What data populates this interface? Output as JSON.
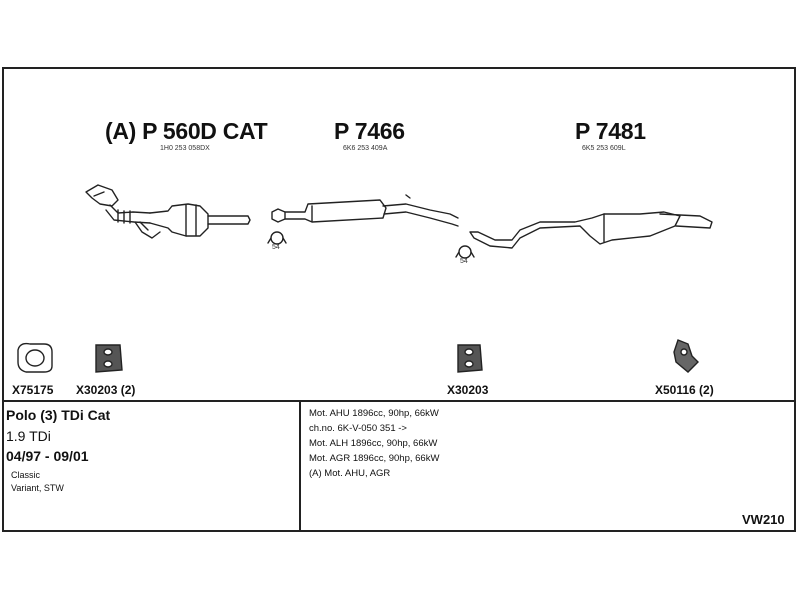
{
  "parts": [
    {
      "title": "(A) P 560D CAT",
      "number": "1H0 253 058DX"
    },
    {
      "title": "P 7466",
      "number": "6K6 253 409A"
    },
    {
      "title": "P 7481",
      "number": "6K5 253 609L"
    }
  ],
  "clamp_labels": [
    "54",
    "54"
  ],
  "accessories": [
    {
      "code": "X75175",
      "icon": "gasket-icon"
    },
    {
      "code": "X30203 (2)",
      "icon": "rubber-hanger-icon"
    },
    {
      "code": "X30203",
      "icon": "rubber-hanger-icon"
    },
    {
      "code": "X50116 (2)",
      "icon": "mounting-bracket-icon"
    }
  ],
  "vehicle": {
    "model": "Polo (3) TDi Cat",
    "engine": "1.9 TDi",
    "years": "04/97 - 09/01",
    "body_lines": [
      "Classic",
      "Variant, STW"
    ]
  },
  "notes": [
    "Mot. AHU 1896cc, 90hp, 66kW",
    "ch.no. 6K-V-050 351 ->",
    "Mot. ALH 1896cc, 90hp, 66kW",
    "Mot. AGR 1896cc, 90hp, 66kW",
    "(A) Mot. AHU, AGR"
  ],
  "diagram_code": "VW210"
}
